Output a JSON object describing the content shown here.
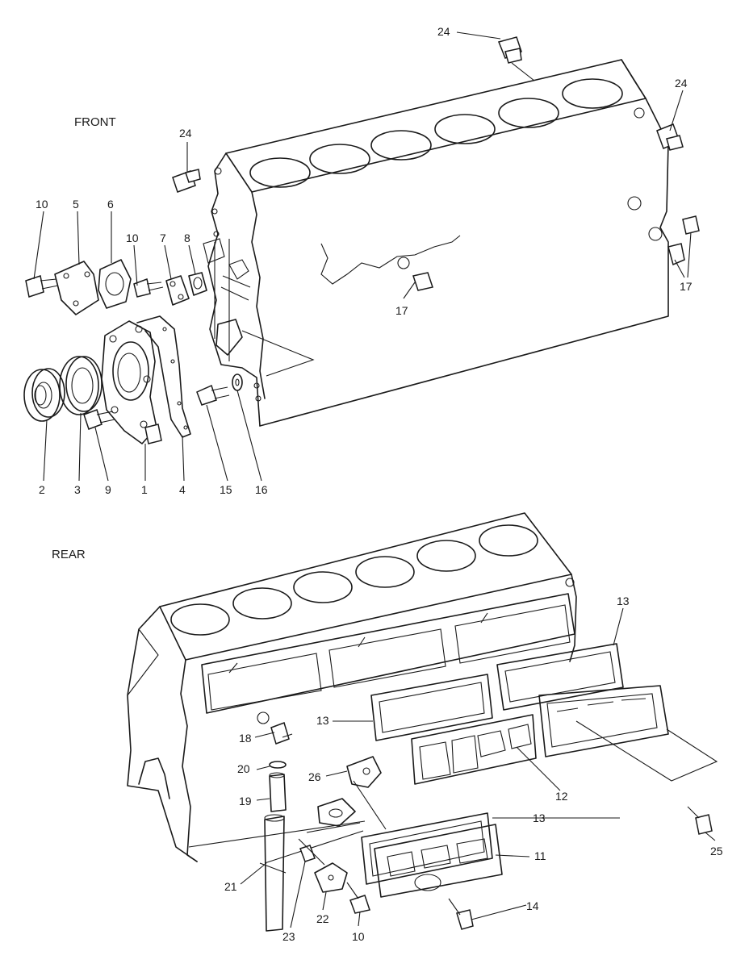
{
  "sections": {
    "front": "FRONT",
    "rear": "REAR"
  },
  "callouts": [
    {
      "id": "c24a",
      "text": "24"
    },
    {
      "id": "c24b",
      "text": "24"
    },
    {
      "id": "c24c",
      "text": "24"
    },
    {
      "id": "c10a",
      "text": "10"
    },
    {
      "id": "c5",
      "text": "5"
    },
    {
      "id": "c6",
      "text": "6"
    },
    {
      "id": "c10b",
      "text": "10"
    },
    {
      "id": "c7",
      "text": "7"
    },
    {
      "id": "c8",
      "text": "8"
    },
    {
      "id": "c17a",
      "text": "17"
    },
    {
      "id": "c17b",
      "text": "17"
    },
    {
      "id": "c2",
      "text": "2"
    },
    {
      "id": "c3",
      "text": "3"
    },
    {
      "id": "c9",
      "text": "9"
    },
    {
      "id": "c1",
      "text": "1"
    },
    {
      "id": "c4",
      "text": "4"
    },
    {
      "id": "c15",
      "text": "15"
    },
    {
      "id": "c16",
      "text": "16"
    },
    {
      "id": "c13a",
      "text": "13"
    },
    {
      "id": "c13b",
      "text": "13"
    },
    {
      "id": "c13c",
      "text": "13"
    },
    {
      "id": "c18",
      "text": "18"
    },
    {
      "id": "c20",
      "text": "20"
    },
    {
      "id": "c26",
      "text": "26"
    },
    {
      "id": "c19",
      "text": "19"
    },
    {
      "id": "c12",
      "text": "12"
    },
    {
      "id": "c11",
      "text": "11"
    },
    {
      "id": "c25",
      "text": "25"
    },
    {
      "id": "c21",
      "text": "21"
    },
    {
      "id": "c14",
      "text": "14"
    },
    {
      "id": "c22",
      "text": "22"
    },
    {
      "id": "c23",
      "text": "23"
    },
    {
      "id": "c10c",
      "text": "10"
    }
  ]
}
